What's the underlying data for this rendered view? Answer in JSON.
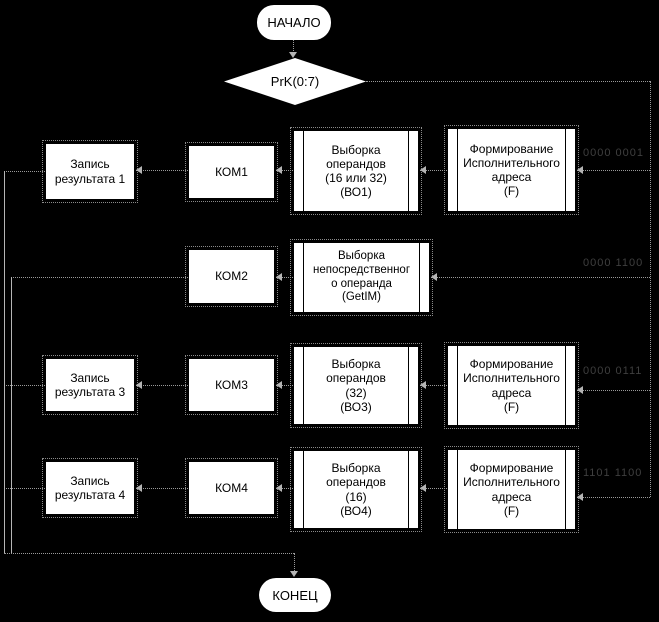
{
  "diagram_title": "instruction-decode-flowchart",
  "terminators": {
    "start": "НАЧАЛО",
    "end": "КОНЕЦ"
  },
  "decision": {
    "label": "PrK(0:7)"
  },
  "rows": [
    {
      "result": "Запись результата 1",
      "kom": "КОМ1",
      "vo": [
        "Выборка",
        "операндов",
        "(16 или 32)",
        "(ВО1)"
      ],
      "f": [
        "Формирование",
        "Исполнительного",
        "адреса",
        "(F)"
      ],
      "code": "0000 0001"
    },
    {
      "result": null,
      "kom": "КОМ2",
      "vo": [
        "Выборка",
        "непосредственног",
        "о операнда",
        "(GetIM)"
      ],
      "f": null,
      "code": "0000 1100"
    },
    {
      "result": "Запись результата 3",
      "kom": "КОМ3",
      "vo": [
        "Выборка",
        "операндов",
        "(32)",
        "(ВО3)"
      ],
      "f": [
        "Формирование",
        "Исполнительного",
        "адреса",
        "(F)"
      ],
      "code": "0000 0111"
    },
    {
      "result": "Запись результата 4",
      "kom": "КОМ4",
      "vo": [
        "Выборка",
        "операндов",
        "(16)",
        "(ВО4)"
      ],
      "f": [
        "Формирование",
        "Исполнительного",
        "адреса",
        "(F)"
      ],
      "code": "1101 1100"
    }
  ],
  "colors": {
    "background": "#000000",
    "shape_fill": "#ffffff",
    "shape_text": "#000000",
    "connector": "#9a9a9a",
    "branch_code_text": "#3f3f3f"
  }
}
